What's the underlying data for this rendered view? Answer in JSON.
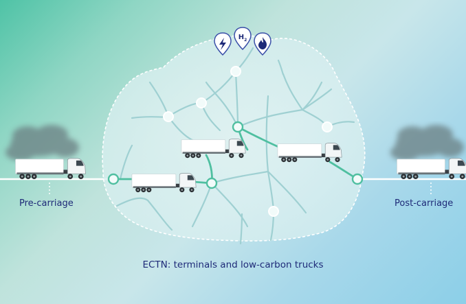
{
  "labels": {
    "pre_carriage": "Pre-carriage",
    "post_carriage": "Post-carriage",
    "caption": "ECTN: terminals and low-carbon trucks"
  },
  "energy_icons": [
    {
      "name": "electricity-pin-icon",
      "glyph": "⚡"
    },
    {
      "name": "hydrogen-pin-icon",
      "glyph": "H₂"
    },
    {
      "name": "gas-flame-pin-icon",
      "glyph": "🔥"
    }
  ],
  "colors": {
    "route_highlight": "#4fbfa0",
    "network_line": "#9fd0d2",
    "pin_fill": "#ffffff",
    "pin_stroke": "#3a4fa8",
    "text": "#1e2a78",
    "smoke": "#6b7f82"
  }
}
